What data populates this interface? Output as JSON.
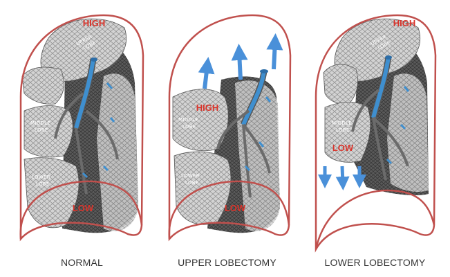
{
  "panels": [
    {
      "caption": "NORMAL",
      "pressure_top": "HIGH",
      "pressure_bottom": "LOW",
      "lobe_labels": [
        "UPPER",
        "LOBE",
        "MIDDLE",
        "LOBE",
        "LOWER",
        "LOBE"
      ],
      "arrows": "none"
    },
    {
      "caption": "UPPER LOBECTOMY",
      "pressure_top": "HIGH",
      "pressure_bottom": "LOW",
      "lobe_labels": [
        "MIDDLE",
        "LOBE",
        "LOWER",
        "LOBE"
      ],
      "arrows": "up"
    },
    {
      "caption": "LOWER LOBECTOMY",
      "pressure_top": "HIGH",
      "pressure_bottom": "LOW",
      "lobe_labels": [
        "UPPER",
        "LOBE",
        "MIDDLE",
        "LOBE"
      ],
      "arrows": "down"
    }
  ],
  "colors": {
    "outline": "#c0504d",
    "pressure_text": "#d9342b",
    "arrow": "#4a90d9",
    "bronchus": "#3f8fcf",
    "lung_light": "#cfcfcf",
    "lung_dark": "#4a4a4a"
  }
}
